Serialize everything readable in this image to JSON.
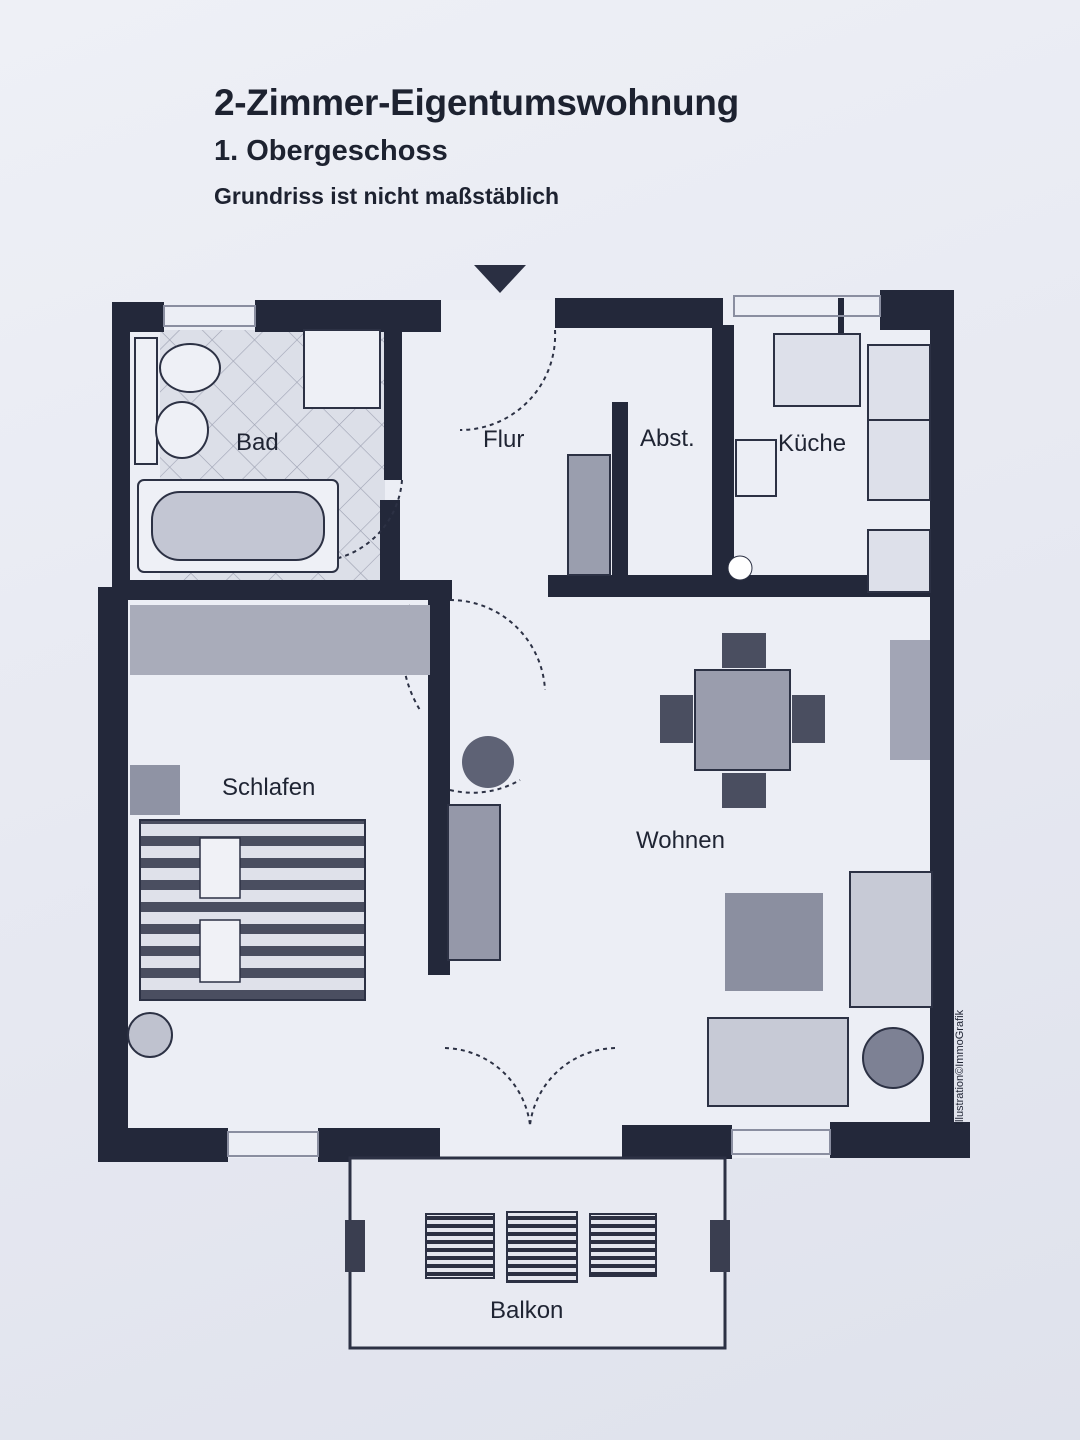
{
  "header": {
    "title": "2-Zimmer-Eigentumswohnung",
    "subtitle": "1. Obergeschoss",
    "note": "Grundriss ist nicht maßstäblich"
  },
  "rooms": {
    "bad": "Bad",
    "flur": "Flur",
    "abst": "Abst.",
    "kueche": "Küche",
    "schlafen": "Schlafen",
    "wohnen": "Wohnen",
    "balkon": "Balkon"
  },
  "credit": "Illustration©ImmoGrafik",
  "colors": {
    "wall": "#23283a",
    "floor": "#e9ebf3",
    "furniture": "#6d7184",
    "tile": "#c9ccd8"
  }
}
